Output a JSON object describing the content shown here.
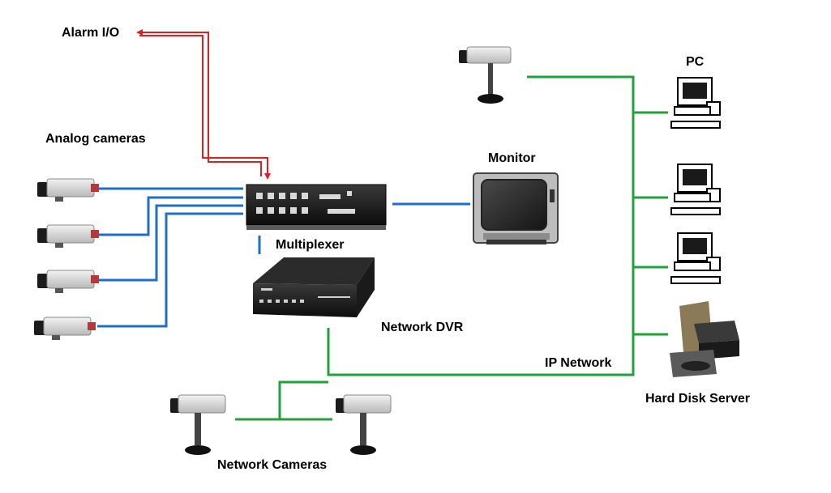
{
  "labels": {
    "alarm": "Alarm I/O",
    "analog_cameras": "Analog cameras",
    "multiplexer": "Multiplexer",
    "monitor": "Monitor",
    "network_dvr": "Network DVR",
    "ip_network": "IP Network",
    "pc": "PC",
    "hard_disk_server": "Hard Disk Server",
    "network_cameras": "Network Cameras"
  },
  "colors": {
    "alarm_line": "#e02020",
    "analog_line": "#1f6fc4",
    "ip_line": "#22a03a"
  }
}
